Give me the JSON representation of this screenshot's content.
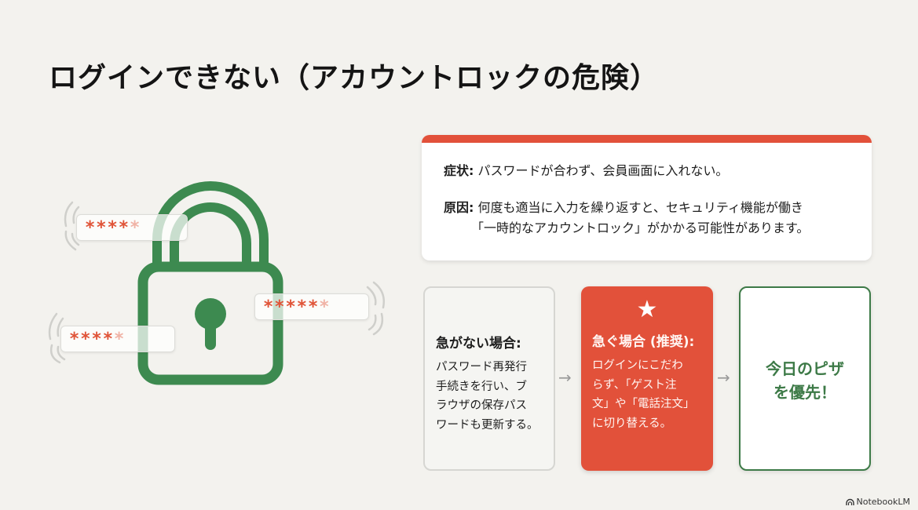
{
  "slide": {
    "title": "ログインできない（アカウントロックの危険）"
  },
  "illustration": {
    "icon": "padlock-icon",
    "lock_color": "#3d8a50",
    "password_fields": [
      {
        "solid": "****",
        "faded": "*"
      },
      {
        "solid": "*****",
        "faded": "*"
      },
      {
        "solid": "****",
        "faded": "*"
      }
    ]
  },
  "info_card": {
    "accent_color": "#e2513a",
    "symptom_label": "症状:",
    "symptom_text": "パスワードが合わず、会員画面に入れない。",
    "cause_label": "原因:",
    "cause_text_line1": "何度も適当に入力を繰り返すと、セキュリティ機能が働き",
    "cause_text_line2": "「一時的なアカウントロック」がかかる可能性があります。"
  },
  "flow": {
    "calm": {
      "heading": "急がない場合:",
      "body": "パスワード再発行\n手続きを行い、ブ\nラウザの保存パス\nワードも更新する。"
    },
    "urgent": {
      "icon": "star-icon",
      "star": "★",
      "heading": "急ぐ場合 (推奨):",
      "body": "ログインにこだわ\nらず、「ゲスト注\n文」や「電話注文」\nに切り替える。",
      "color": "#e2513a"
    },
    "pizza": {
      "text": "今日のピザ\nを優先！",
      "color": "#3d7a47"
    },
    "arrow": "→"
  },
  "branding": {
    "label": "NotebookLM"
  }
}
